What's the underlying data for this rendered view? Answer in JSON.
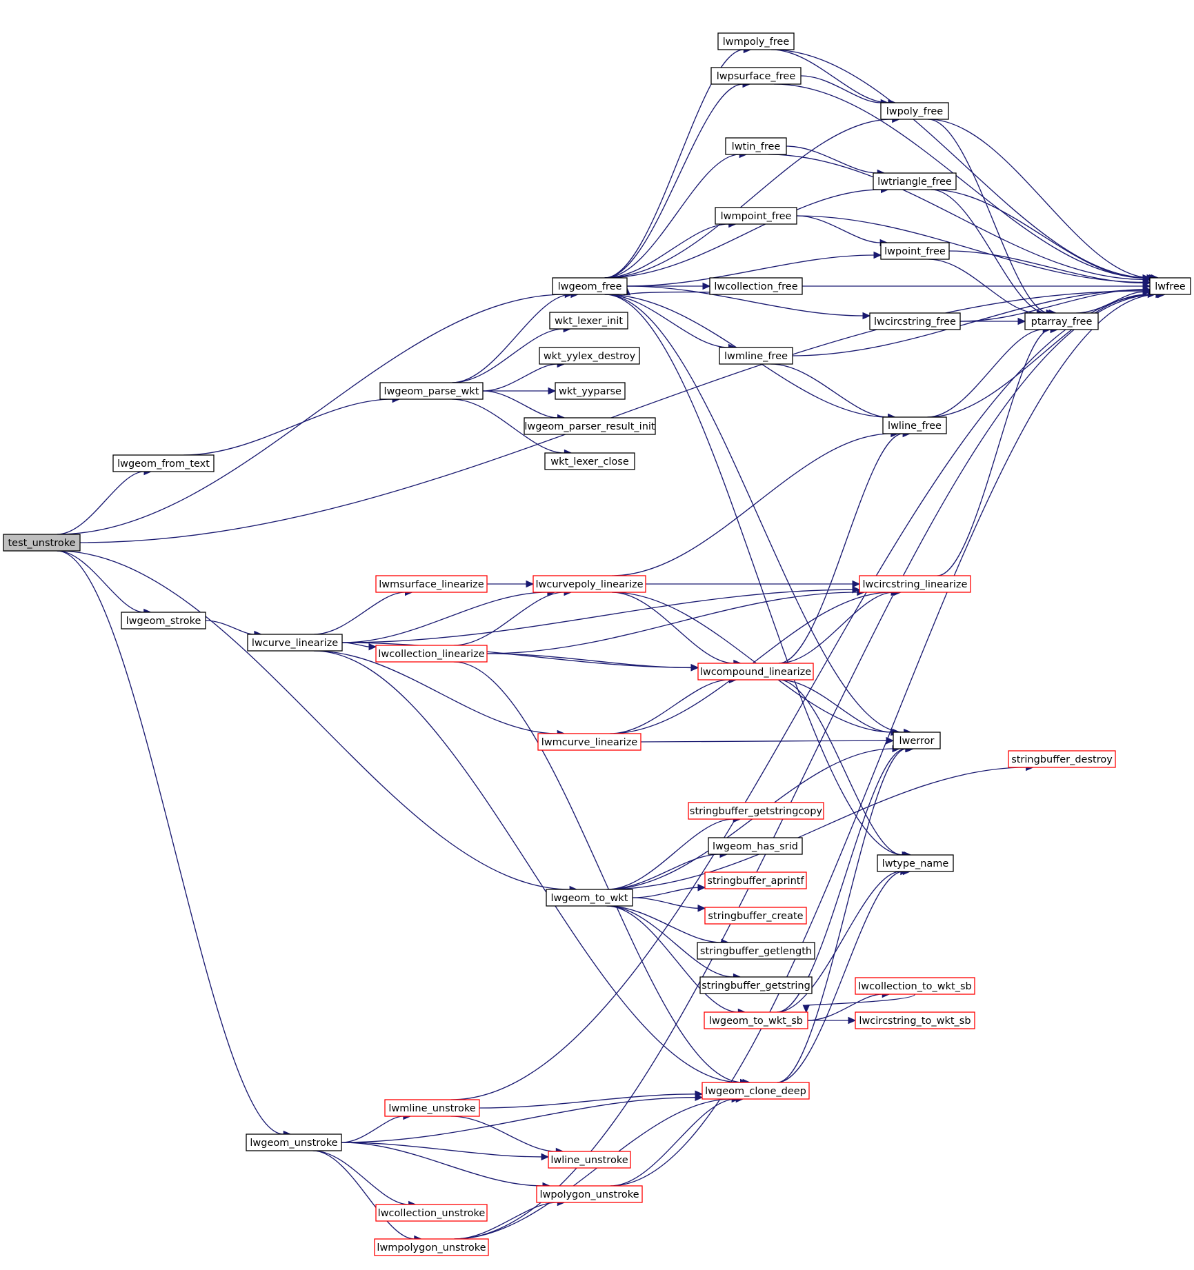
{
  "nodes": {
    "test_unstroke": {
      "label": "test_unstroke",
      "style": "root"
    },
    "lwgeom_from_text": {
      "label": "lwgeom_from_text",
      "style": "black"
    },
    "lwgeom_stroke": {
      "label": "lwgeom_stroke",
      "style": "black"
    },
    "lwgeom_unstroke": {
      "label": "lwgeom_unstroke",
      "style": "black"
    },
    "lwgeom_parse_wkt": {
      "label": "lwgeom_parse_wkt",
      "style": "black"
    },
    "lwcurve_linearize": {
      "label": "lwcurve_linearize",
      "style": "black"
    },
    "lwmsurface_linearize": {
      "label": "lwmsurface_linearize",
      "style": "red"
    },
    "lwcollection_linearize": {
      "label": "lwcollection_linearize",
      "style": "red"
    },
    "lwmline_unstroke": {
      "label": "lwmline_unstroke",
      "style": "red"
    },
    "lwcollection_unstroke": {
      "label": "lwcollection_unstroke",
      "style": "red"
    },
    "lwmpolygon_unstroke": {
      "label": "lwmpolygon_unstroke",
      "style": "red"
    },
    "lwgeom_free": {
      "label": "lwgeom_free",
      "style": "black"
    },
    "wkt_lexer_init": {
      "label": "wkt_lexer_init",
      "style": "black"
    },
    "wkt_yylex_destroy": {
      "label": "wkt_yylex_destroy",
      "style": "black"
    },
    "wkt_yyparse": {
      "label": "wkt_yyparse",
      "style": "black"
    },
    "lwgeom_parser_result_init": {
      "label": "lwgeom_parser_result_init",
      "style": "black"
    },
    "wkt_lexer_close": {
      "label": "wkt_lexer_close",
      "style": "black"
    },
    "lwcurvepoly_linearize": {
      "label": "lwcurvepoly_linearize",
      "style": "red"
    },
    "lwmcurve_linearize": {
      "label": "lwmcurve_linearize",
      "style": "red"
    },
    "lwgeom_to_wkt": {
      "label": "lwgeom_to_wkt",
      "style": "black"
    },
    "lwline_unstroke": {
      "label": "lwline_unstroke",
      "style": "red"
    },
    "lwpolygon_unstroke": {
      "label": "lwpolygon_unstroke",
      "style": "red"
    },
    "lwmpoly_free": {
      "label": "lwmpoly_free",
      "style": "black"
    },
    "lwpsurface_free": {
      "label": "lwpsurface_free",
      "style": "black"
    },
    "lwtin_free": {
      "label": "lwtin_free",
      "style": "black"
    },
    "lwmpoint_free": {
      "label": "lwmpoint_free",
      "style": "black"
    },
    "lwcollection_free": {
      "label": "lwcollection_free",
      "style": "black"
    },
    "lwmline_free": {
      "label": "lwmline_free",
      "style": "black"
    },
    "lwcompound_linearize": {
      "label": "lwcompound_linearize",
      "style": "red"
    },
    "stringbuffer_getstringcopy": {
      "label": "stringbuffer_getstringcopy",
      "style": "red"
    },
    "lwgeom_has_srid": {
      "label": "lwgeom_has_srid",
      "style": "black"
    },
    "stringbuffer_aprintf": {
      "label": "stringbuffer_aprintf",
      "style": "red"
    },
    "stringbuffer_create": {
      "label": "stringbuffer_create",
      "style": "red"
    },
    "stringbuffer_getlength": {
      "label": "stringbuffer_getlength",
      "style": "black"
    },
    "stringbuffer_getstring": {
      "label": "stringbuffer_getstring",
      "style": "black"
    },
    "lwgeom_to_wkt_sb": {
      "label": "lwgeom_to_wkt_sb",
      "style": "red"
    },
    "lwgeom_clone_deep": {
      "label": "lwgeom_clone_deep",
      "style": "red"
    },
    "lwpoly_free": {
      "label": "lwpoly_free",
      "style": "black"
    },
    "lwtriangle_free": {
      "label": "lwtriangle_free",
      "style": "black"
    },
    "lwpoint_free": {
      "label": "lwpoint_free",
      "style": "black"
    },
    "lwcircstring_free": {
      "label": "lwcircstring_free",
      "style": "black"
    },
    "lwline_free": {
      "label": "lwline_free",
      "style": "black"
    },
    "lwcircstring_linearize": {
      "label": "lwcircstring_linearize",
      "style": "red"
    },
    "lwerror": {
      "label": "lwerror",
      "style": "black"
    },
    "lwtype_name": {
      "label": "lwtype_name",
      "style": "black"
    },
    "lwcollection_to_wkt_sb": {
      "label": "lwcollection_to_wkt_sb",
      "style": "red"
    },
    "lwcircstring_to_wkt_sb": {
      "label": "lwcircstring_to_wkt_sb",
      "style": "red"
    },
    "ptarray_free": {
      "label": "ptarray_free",
      "style": "black"
    },
    "stringbuffer_destroy": {
      "label": "stringbuffer_destroy",
      "style": "red"
    },
    "lwfree": {
      "label": "lwfree",
      "style": "black"
    }
  },
  "edges": [
    [
      "test_unstroke",
      "lwgeom_free"
    ],
    [
      "test_unstroke",
      "lwgeom_from_text"
    ],
    [
      "test_unstroke",
      "lwgeom_stroke"
    ],
    [
      "test_unstroke",
      "lwgeom_to_wkt"
    ],
    [
      "test_unstroke",
      "lwgeom_unstroke"
    ],
    [
      "test_unstroke",
      "lwfree"
    ],
    [
      "lwgeom_from_text",
      "lwgeom_parse_wkt"
    ],
    [
      "lwgeom_parse_wkt",
      "lwgeom_free"
    ],
    [
      "lwgeom_parse_wkt",
      "wkt_lexer_init"
    ],
    [
      "lwgeom_parse_wkt",
      "wkt_yylex_destroy"
    ],
    [
      "lwgeom_parse_wkt",
      "wkt_yyparse"
    ],
    [
      "lwgeom_parse_wkt",
      "lwgeom_parser_result_init"
    ],
    [
      "lwgeom_parse_wkt",
      "wkt_lexer_close"
    ],
    [
      "lwgeom_stroke",
      "lwcurve_linearize"
    ],
    [
      "lwcurve_linearize",
      "lwmsurface_linearize"
    ],
    [
      "lwcurve_linearize",
      "lwcurvepoly_linearize"
    ],
    [
      "lwcurve_linearize",
      "lwcollection_linearize"
    ],
    [
      "lwcurve_linearize",
      "lwcompound_linearize"
    ],
    [
      "lwcurve_linearize",
      "lwmcurve_linearize"
    ],
    [
      "lwcurve_linearize",
      "lwcircstring_linearize"
    ],
    [
      "lwcurve_linearize",
      "lwgeom_clone_deep"
    ],
    [
      "lwmsurface_linearize",
      "lwcurvepoly_linearize"
    ],
    [
      "lwcollection_linearize",
      "lwcurvepoly_linearize"
    ],
    [
      "lwcollection_linearize",
      "lwcompound_linearize"
    ],
    [
      "lwcollection_linearize",
      "lwcircstring_linearize"
    ],
    [
      "lwcollection_linearize",
      "lwgeom_clone_deep"
    ],
    [
      "lwcurvepoly_linearize",
      "lwcompound_linearize"
    ],
    [
      "lwcurvepoly_linearize",
      "lwline_free"
    ],
    [
      "lwcurvepoly_linearize",
      "lwcircstring_linearize"
    ],
    [
      "lwcurvepoly_linearize",
      "lwerror"
    ],
    [
      "lwmcurve_linearize",
      "lwcompound_linearize"
    ],
    [
      "lwmcurve_linearize",
      "lwcircstring_linearize"
    ],
    [
      "lwmcurve_linearize",
      "lwerror"
    ],
    [
      "lwcompound_linearize",
      "lwline_free"
    ],
    [
      "lwcompound_linearize",
      "lwcircstring_linearize"
    ],
    [
      "lwcompound_linearize",
      "lwerror"
    ],
    [
      "lwcompound_linearize",
      "lwtype_name"
    ],
    [
      "lwgeom_free",
      "lwmpoly_free"
    ],
    [
      "lwgeom_free",
      "lwpsurface_free"
    ],
    [
      "lwgeom_free",
      "lwpoly_free"
    ],
    [
      "lwgeom_free",
      "lwtin_free"
    ],
    [
      "lwgeom_free",
      "lwtriangle_free"
    ],
    [
      "lwgeom_free",
      "lwmpoint_free"
    ],
    [
      "lwgeom_free",
      "lwpoint_free"
    ],
    [
      "lwgeom_free",
      "lwcollection_free"
    ],
    [
      "lwgeom_free",
      "lwcircstring_free"
    ],
    [
      "lwgeom_free",
      "lwmline_free"
    ],
    [
      "lwgeom_free",
      "lwline_free"
    ],
    [
      "lwgeom_free",
      "lwerror"
    ],
    [
      "lwgeom_free",
      "lwtype_name"
    ],
    [
      "lwcollection_free",
      "lwgeom_free"
    ],
    [
      "lwcollection_free",
      "lwfree"
    ],
    [
      "lwmpoly_free",
      "lwpoly_free"
    ],
    [
      "lwmpoly_free",
      "lwfree"
    ],
    [
      "lwpsurface_free",
      "lwpoly_free"
    ],
    [
      "lwpsurface_free",
      "lwfree"
    ],
    [
      "lwpoly_free",
      "ptarray_free"
    ],
    [
      "lwpoly_free",
      "lwfree"
    ],
    [
      "lwtin_free",
      "lwtriangle_free"
    ],
    [
      "lwtin_free",
      "lwfree"
    ],
    [
      "lwtriangle_free",
      "ptarray_free"
    ],
    [
      "lwtriangle_free",
      "lwfree"
    ],
    [
      "lwmpoint_free",
      "lwpoint_free"
    ],
    [
      "lwmpoint_free",
      "lwfree"
    ],
    [
      "lwpoint_free",
      "ptarray_free"
    ],
    [
      "lwpoint_free",
      "lwfree"
    ],
    [
      "lwcircstring_free",
      "ptarray_free"
    ],
    [
      "lwcircstring_free",
      "lwfree"
    ],
    [
      "lwmline_free",
      "lwline_free"
    ],
    [
      "lwmline_free",
      "lwfree"
    ],
    [
      "lwline_free",
      "ptarray_free"
    ],
    [
      "lwline_free",
      "lwfree"
    ],
    [
      "ptarray_free",
      "lwfree"
    ],
    [
      "lwcircstring_linearize",
      "ptarray_free"
    ],
    [
      "lwgeom_to_wkt",
      "lwerror"
    ],
    [
      "lwgeom_to_wkt",
      "stringbuffer_getstringcopy"
    ],
    [
      "lwgeom_to_wkt",
      "lwgeom_has_srid"
    ],
    [
      "lwgeom_to_wkt",
      "stringbuffer_aprintf"
    ],
    [
      "lwgeom_to_wkt",
      "stringbuffer_create"
    ],
    [
      "lwgeom_to_wkt",
      "stringbuffer_getlength"
    ],
    [
      "lwgeom_to_wkt",
      "stringbuffer_getstring"
    ],
    [
      "lwgeom_to_wkt",
      "lwgeom_to_wkt_sb"
    ],
    [
      "lwgeom_to_wkt",
      "stringbuffer_destroy"
    ],
    [
      "lwgeom_to_wkt_sb",
      "lwcollection_to_wkt_sb"
    ],
    [
      "lwgeom_to_wkt_sb",
      "lwcircstring_to_wkt_sb"
    ],
    [
      "lwgeom_to_wkt_sb",
      "lwerror"
    ],
    [
      "lwgeom_to_wkt_sb",
      "lwtype_name"
    ],
    [
      "lwcollection_to_wkt_sb",
      "lwgeom_to_wkt_sb"
    ],
    [
      "lwgeom_unstroke",
      "lwgeom_clone_deep"
    ],
    [
      "lwgeom_unstroke",
      "lwmline_unstroke"
    ],
    [
      "lwgeom_unstroke",
      "lwline_unstroke"
    ],
    [
      "lwgeom_unstroke",
      "lwpolygon_unstroke"
    ],
    [
      "lwgeom_unstroke",
      "lwcollection_unstroke"
    ],
    [
      "lwgeom_unstroke",
      "lwmpolygon_unstroke"
    ],
    [
      "lwmline_unstroke",
      "lwgeom_clone_deep"
    ],
    [
      "lwmline_unstroke",
      "lwline_unstroke"
    ],
    [
      "lwmline_unstroke",
      "lwfree"
    ],
    [
      "lwpolygon_unstroke",
      "lwgeom_clone_deep"
    ],
    [
      "lwpolygon_unstroke",
      "lwfree"
    ],
    [
      "lwmpolygon_unstroke",
      "lwpolygon_unstroke"
    ],
    [
      "lwmpolygon_unstroke",
      "lwgeom_clone_deep"
    ],
    [
      "lwmpolygon_unstroke",
      "lwfree"
    ],
    [
      "lwgeom_clone_deep",
      "lwerror"
    ],
    [
      "lwgeom_clone_deep",
      "lwtype_name"
    ]
  ]
}
